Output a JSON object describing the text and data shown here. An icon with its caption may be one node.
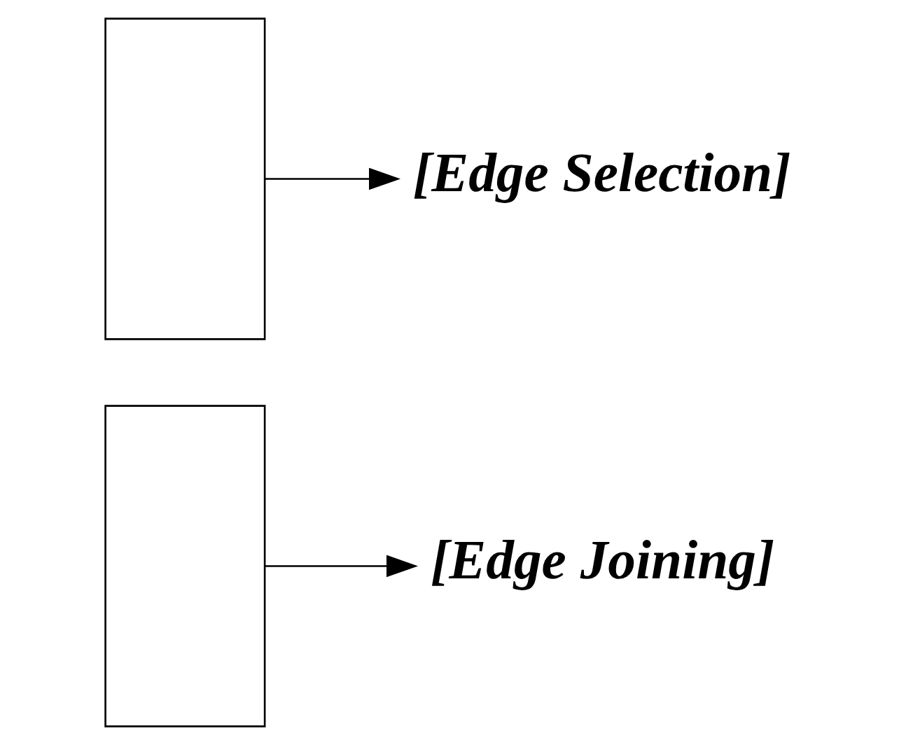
{
  "diagram": {
    "nodes": [
      {
        "text": [],
        "shape": "bracket"
      },
      {
        "text": [
          "[Edge Selection]"
        ]
      },
      {
        "text": [],
        "shape": "bracket"
      },
      {
        "text": [
          "[Edge Joining]"
        ]
      }
    ],
    "edges": [
      {
        "from": 0,
        "to": 1,
        "arrow": "to"
      },
      {
        "from": 2,
        "to": 3,
        "arrow": "to"
      }
    ]
  }
}
